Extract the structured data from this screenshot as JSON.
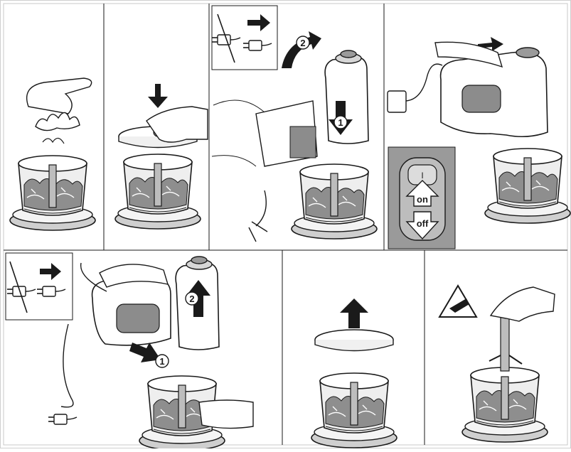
{
  "steps": [
    {
      "id": "add-food",
      "arrow_icon": "none"
    },
    {
      "id": "place-lid",
      "arrow_icon": "down-arrow-icon"
    },
    {
      "id": "attach-motor",
      "arrow_icon": "rotate-arrow-icon"
    },
    {
      "id": "switch-on",
      "arrow_icon": "right-arrow-icon"
    },
    {
      "id": "remove-motor",
      "arrow_icon": "up-arrow-icon"
    },
    {
      "id": "remove-lid",
      "arrow_icon": "up-arrow-icon"
    },
    {
      "id": "remove-blade",
      "arrow_icon": "warning-icon"
    }
  ],
  "badges": {
    "one": "1",
    "two": "2"
  },
  "switch": {
    "position_mark": "I",
    "on_label": "on",
    "off_label": "off"
  },
  "colors": {
    "line": "#1a1a1a",
    "grey_fill": "#8c8c8c",
    "panel_bg": "#9a9a9a",
    "light_fill": "#f2f2f2",
    "frame": "#d0d0d0"
  }
}
